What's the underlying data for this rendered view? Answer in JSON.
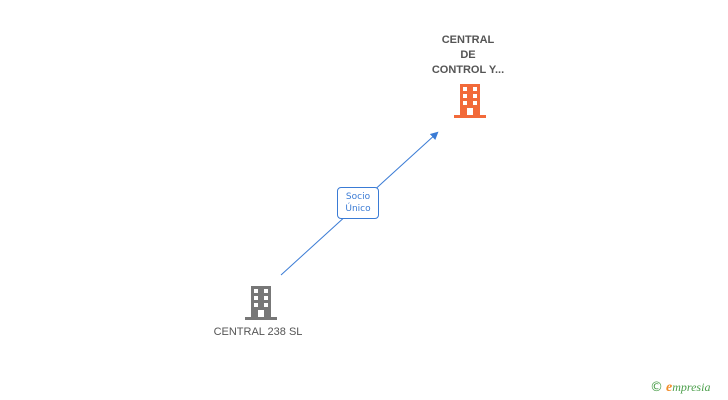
{
  "nodes": {
    "target": {
      "label_lines": [
        "CENTRAL",
        "DE",
        "CONTROL Y..."
      ],
      "color": "#f26a3a"
    },
    "source": {
      "label": "CENTRAL 238 SL",
      "color": "#777777"
    }
  },
  "edge": {
    "label_lines": [
      "Socio",
      "Único"
    ],
    "color": "#3a7bd5"
  },
  "brand": {
    "copyright": "©",
    "initial": "e",
    "rest": "mpresia"
  }
}
